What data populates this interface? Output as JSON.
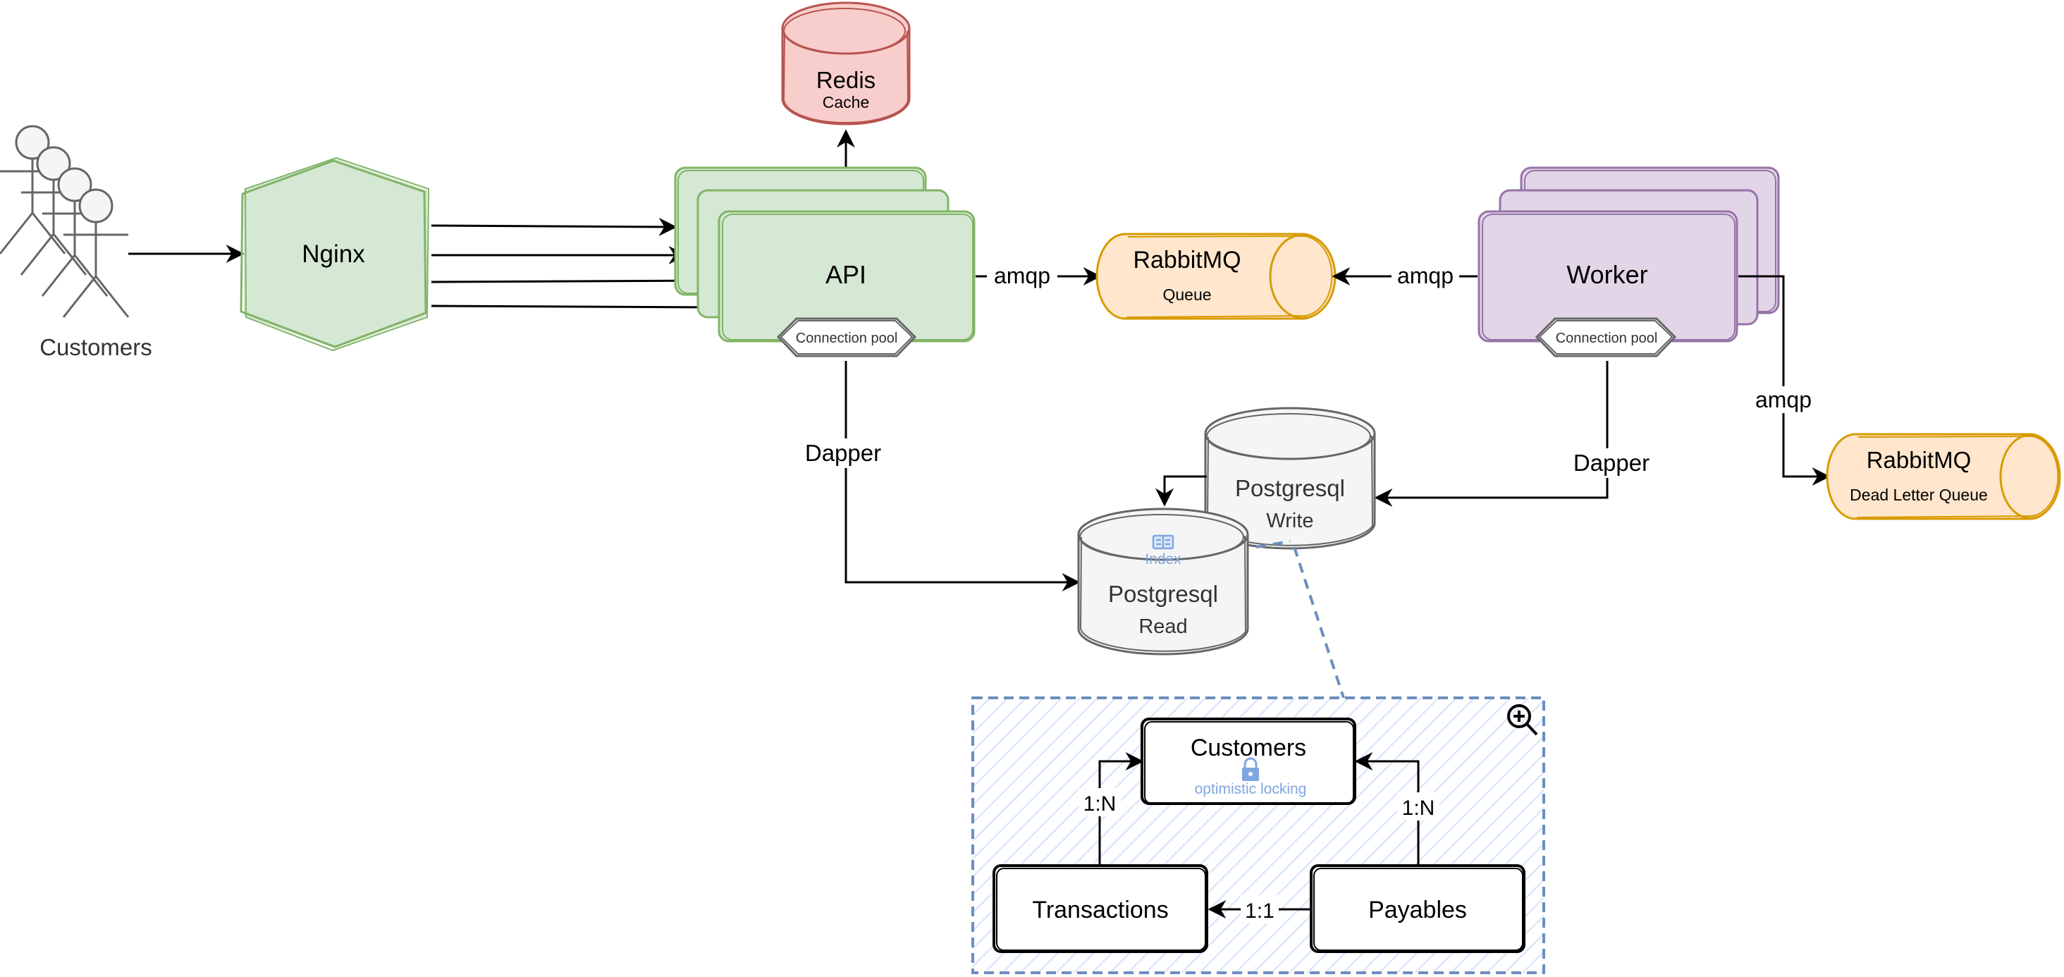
{
  "nodes": {
    "customers_actor": {
      "label": "Customers"
    },
    "nginx": {
      "label": "Nginx"
    },
    "redis": {
      "title": "Redis",
      "subtitle": "Cache"
    },
    "api": {
      "label": "API",
      "pool": "Connection pool"
    },
    "queue": {
      "title": "RabbitMQ",
      "subtitle": "Queue"
    },
    "worker": {
      "label": "Worker",
      "pool": "Connection pool"
    },
    "dlq": {
      "title": "RabbitMQ",
      "subtitle": "Dead Letter Queue"
    },
    "pg_write": {
      "title": "Postgresql",
      "subtitle": "Write"
    },
    "pg_read": {
      "title": "Postgresql",
      "subtitle": "Read",
      "badge": "Index"
    }
  },
  "edges": {
    "api_queue": "amqp",
    "worker_queue": "amqp",
    "worker_dlq": "amqp",
    "api_read": "Dapper",
    "worker_write": "Dapper"
  },
  "schema": {
    "customers": {
      "label": "Customers",
      "note": "optimistic locking"
    },
    "transactions": {
      "label": "Transactions"
    },
    "payables": {
      "label": "Payables"
    },
    "rel_transactions_customers": "1:N",
    "rel_payables_customers": "1:N",
    "rel_payables_transactions": "1:1"
  },
  "colors": {
    "green_fill": "#d5e8d4",
    "green_stroke": "#82b366",
    "red_fill": "#f8cecc",
    "red_stroke": "#b85450",
    "orange_fill": "#ffe6cc",
    "orange_stroke": "#d79b00",
    "purple_fill": "#e1d5e7",
    "purple_stroke": "#9673a6",
    "gray_fill": "#f5f5f5",
    "gray_stroke": "#666666",
    "blue_stroke": "#6c8ebf"
  }
}
